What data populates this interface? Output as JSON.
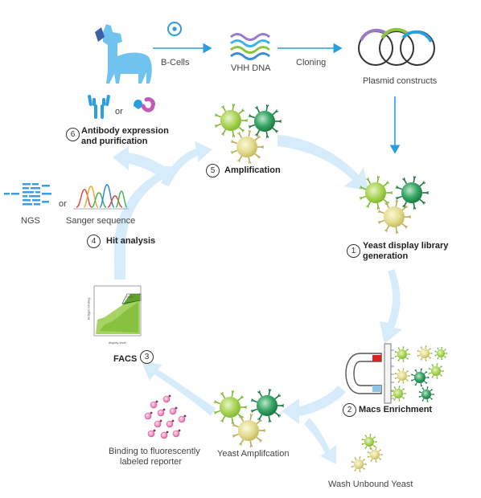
{
  "labels": {
    "bcells": "B-Cells",
    "vhh_dna": "VHH DNA",
    "cloning": "Cloning",
    "plasmid": "Plasmid constructs",
    "or1": "or",
    "or2": "or",
    "ngs": "NGS",
    "sanger": "Sanger sequence",
    "yeast_amplification": "Yeast Amplifcation",
    "binding_line1": "Binding to fluorescently",
    "binding_line2": "labeled reporter",
    "wash": "Wash Unbound Yeast"
  },
  "steps": [
    {
      "num": "1",
      "line1": "Yeast display library",
      "line2": "generation"
    },
    {
      "num": "2",
      "line1": "Macs Enrichment",
      "line2": ""
    },
    {
      "num": "3",
      "line1": "FACS",
      "line2": ""
    },
    {
      "num": "4",
      "line1": "Hit analysis",
      "line2": ""
    },
    {
      "num": "5",
      "line1": "Amplification",
      "line2": ""
    },
    {
      "num": "6",
      "line1": "Antibody expression",
      "line2": "and purification"
    }
  ],
  "facs_plot": {
    "ylabel": "Antigen binding",
    "xlabel": "display level",
    "gate": "Gate"
  },
  "colors": {
    "arrow_blue": "#2b9ee0",
    "cycle_arrow": "#d4ebfa",
    "yeast_light_green": "#8fc23f",
    "yeast_dark_green": "#1f8a4c",
    "yeast_yellow": "#d8d27a",
    "magnet_red": "#e02020",
    "magnet_blue": "#8ec5ea",
    "reporter_pink": "#e46aa5"
  }
}
